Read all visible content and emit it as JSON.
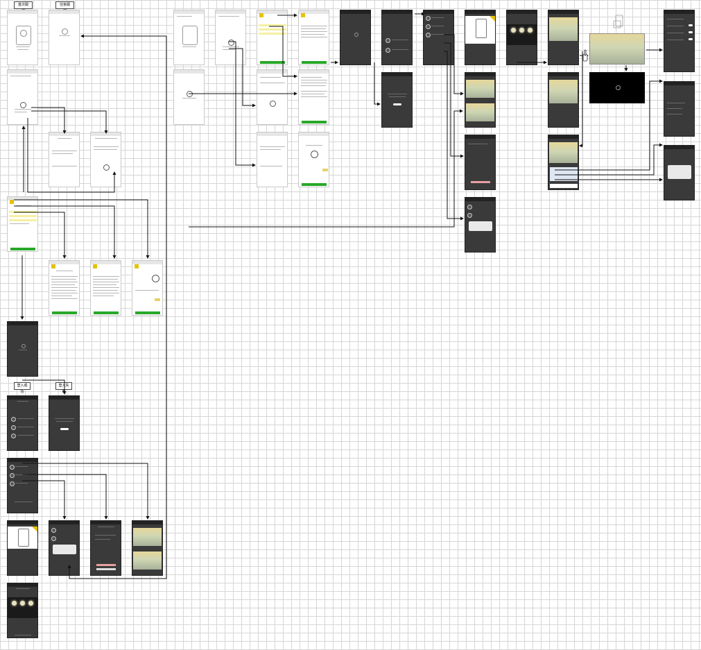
{
  "labels": {
    "first_launch": "首次開啟",
    "later_launch": "往後開啟",
    "login_success": "登入成功",
    "login_failed": "登入失敗"
  }
}
